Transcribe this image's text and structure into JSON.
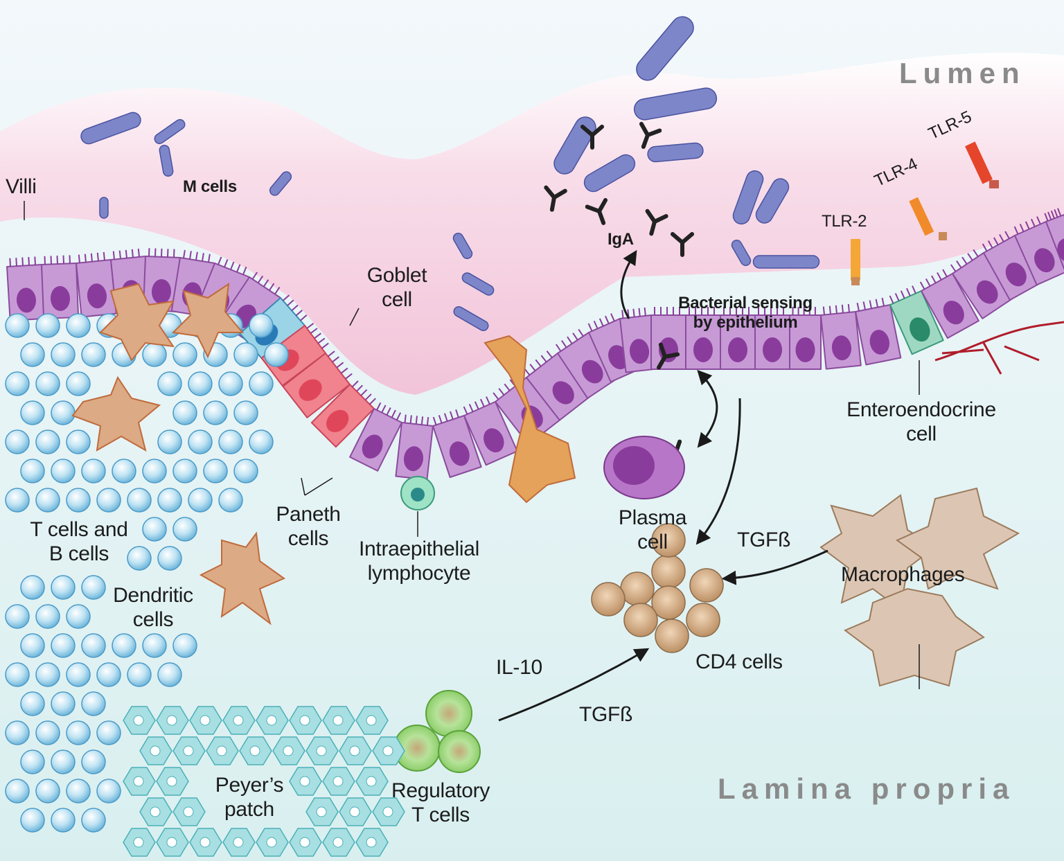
{
  "colors": {
    "lumen": "#f4c9dc",
    "lamina": "#e8f3f6",
    "epithelium": "#c79ad6",
    "nucleus": "#8a3c9c",
    "paneth": "#f0838d",
    "goblet": "#9ad4e6",
    "enteroendocrine": "#9fd8c2",
    "lymphocyte": "#8fc8e6",
    "dendritic": "#dcaa84",
    "macrophage": "#dcc6b3",
    "cd4": "#c9a074",
    "treg": "#8fd06a",
    "peyers": "#8fd3d6",
    "bacteria": "#7d86c8",
    "iga": "#222222",
    "arrow": "#1a1a1a",
    "nerve": "#b01c2a"
  },
  "regions": {
    "lumen": "Lumen",
    "lamina_propria": "Lamina propria"
  },
  "labels": {
    "villi": "Villi",
    "m_cells": "M cells",
    "goblet_cell": [
      "Goblet",
      "cell"
    ],
    "iga": "IgA",
    "bacterial_sensing": [
      "Bacterial sensing",
      "by epithelium"
    ],
    "tlr2": "TLR-2",
    "tlr4": "TLR-4",
    "tlr5": "TLR-5",
    "enteroendocrine_cell": [
      "Enteroendocrine",
      "cell"
    ],
    "t_b_cells": [
      "T cells and",
      "B cells"
    ],
    "dendritic_cells": [
      "Dendritic",
      "cells"
    ],
    "paneth_cells": [
      "Paneth",
      "cells"
    ],
    "intraepithelial": [
      "Intraepithelial",
      "lymphocyte"
    ],
    "plasma_cell": [
      "Plasma",
      "cell"
    ],
    "tgfb_macro": "TGFß",
    "macrophages": "Macrophages",
    "cd4_cells": "CD4 cells",
    "il10": "IL-10",
    "tgfb_treg": "TGFß",
    "peyers_patch": [
      "Peyer’s",
      "patch"
    ],
    "regulatory_t": [
      "Regulatory",
      "T cells"
    ]
  }
}
